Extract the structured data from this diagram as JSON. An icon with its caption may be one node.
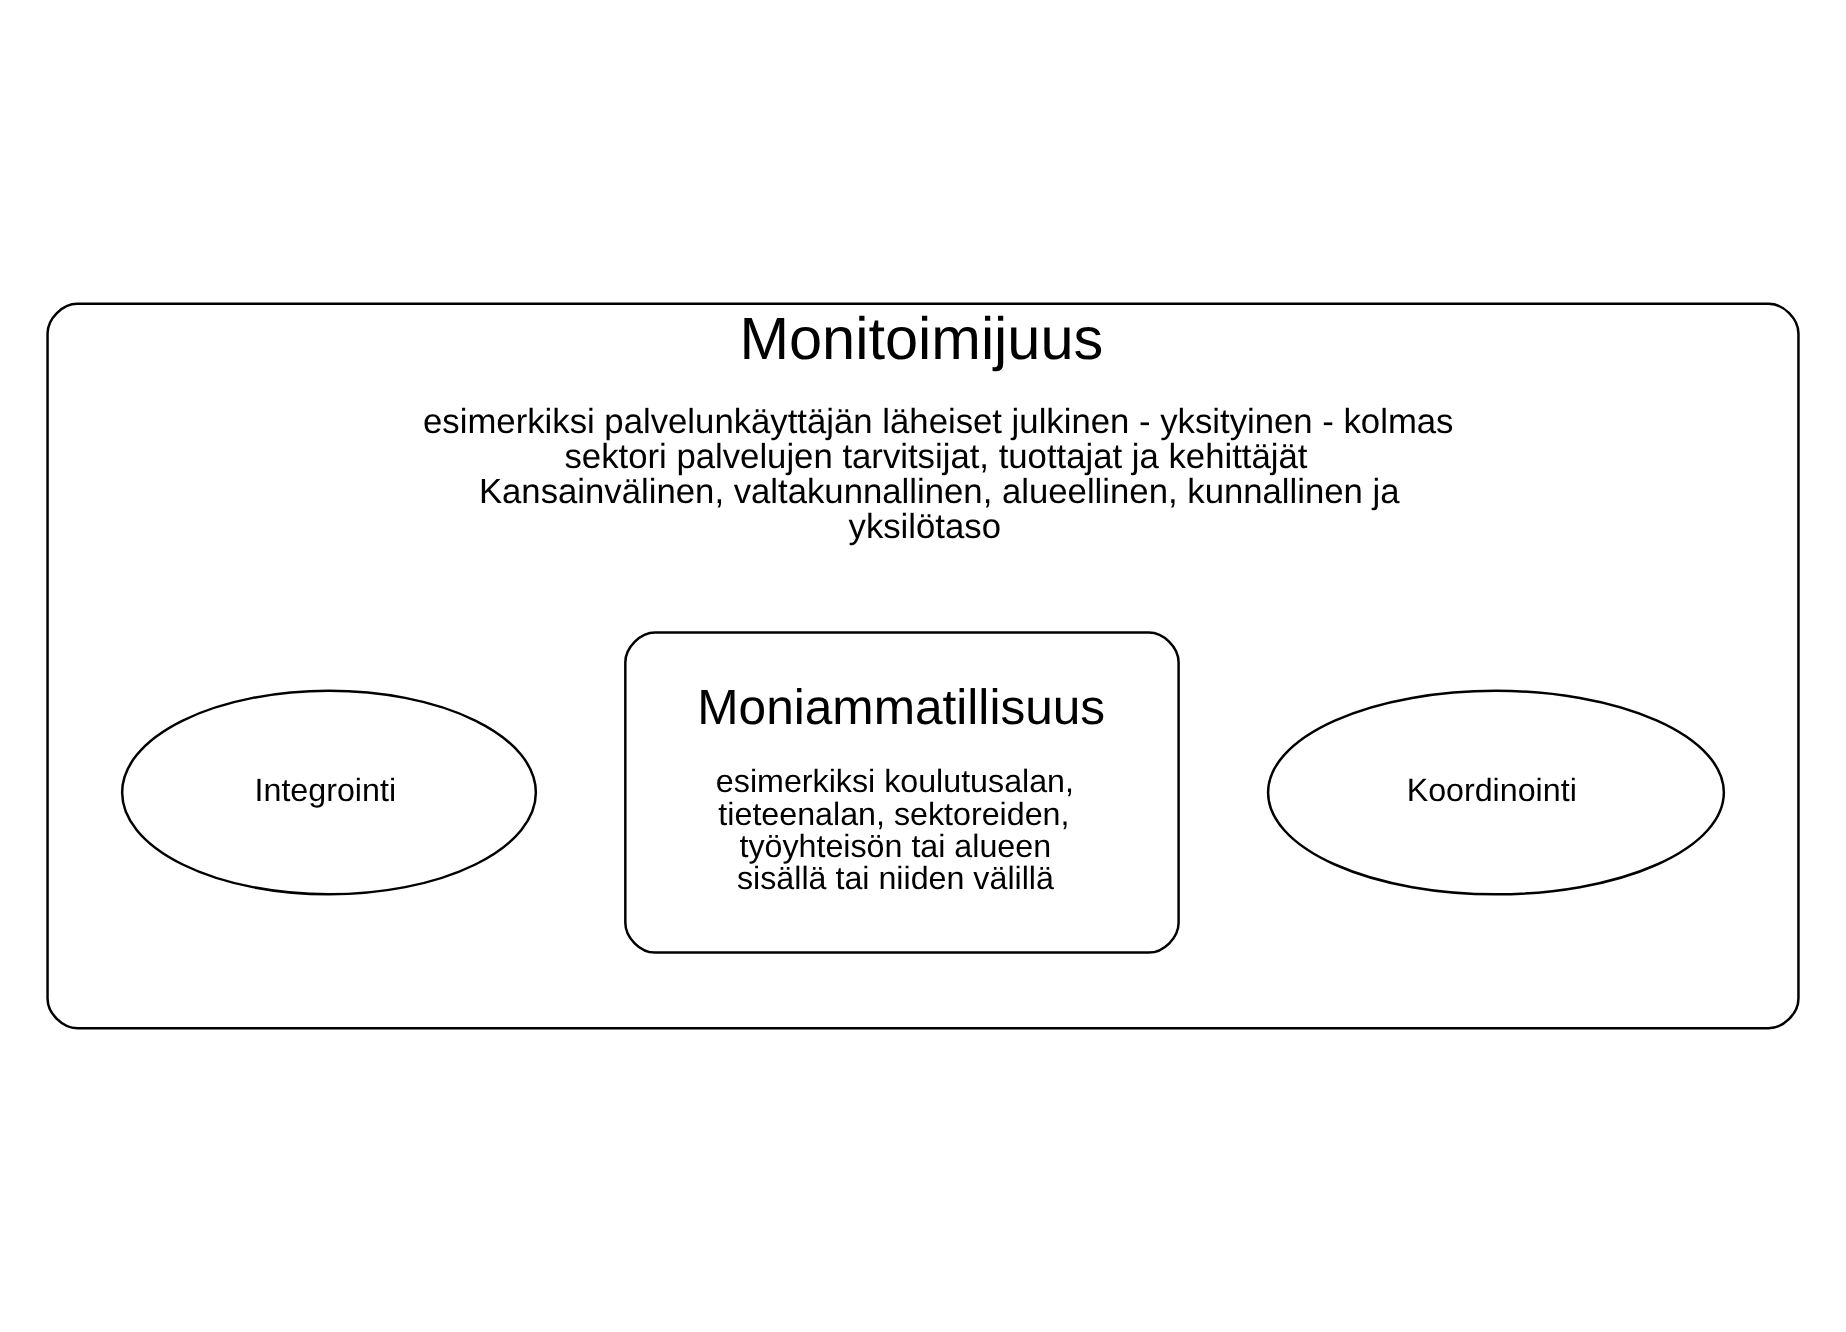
{
  "diagram": {
    "nodes": [
      {
        "text": [
          "Monitoimijuus",
          "esimerkiksi palvelunkäyttäjän läheiset julkinen - yksityinen - kolmas sektori palvelujen tarvitsijat, tuottajat ja kehittäjät Kansainvälinen, valtakunnallinen, alueellinen, kunnallinen ja yksilötaso"
        ]
      },
      {
        "text": [
          "Moniammatillisuus",
          "esimerkiksi koulutusalan, tieteenalan, sektoreiden, työyhteisön tai alueen sisällä tai niiden välillä"
        ],
        "in": 0
      },
      {
        "text": [
          "Integrointi"
        ],
        "in": 0
      },
      {
        "text": [
          "Koordinointi"
        ],
        "in": 0
      }
    ]
  }
}
